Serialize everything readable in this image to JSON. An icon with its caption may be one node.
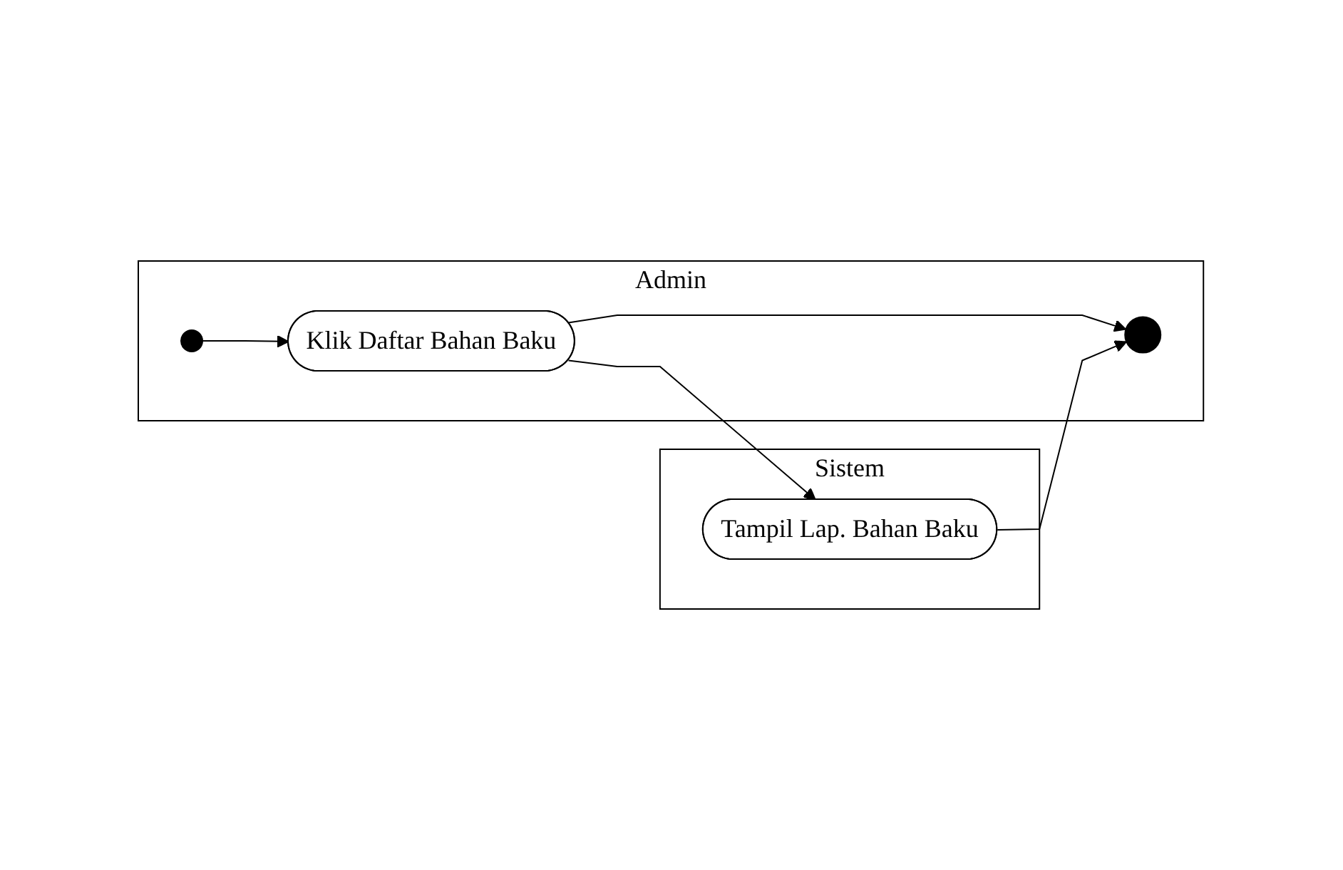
{
  "diagram": {
    "nodes": [
      {
        "text": [
          "Admin"
        ]
      },
      {
        "text": [
          "Sistem"
        ]
      },
      {
        "text": [],
        "shape": "circle",
        "in": 0
      },
      {
        "text": [
          "Klik Daftar Bahan Baku"
        ],
        "in": 0
      },
      {
        "text": [],
        "shape": "circle",
        "in": 0
      },
      {
        "text": [
          "Tampil Lap. Bahan Baku"
        ],
        "in": 1
      }
    ],
    "edges": [
      {
        "from": 2,
        "to": 3,
        "arrow": "to"
      },
      {
        "from": 3,
        "to": 5,
        "arrow": "to"
      },
      {
        "from": 3,
        "to": 4,
        "arrow": "to"
      },
      {
        "from": 5,
        "to": 4,
        "arrow": "to"
      }
    ]
  }
}
